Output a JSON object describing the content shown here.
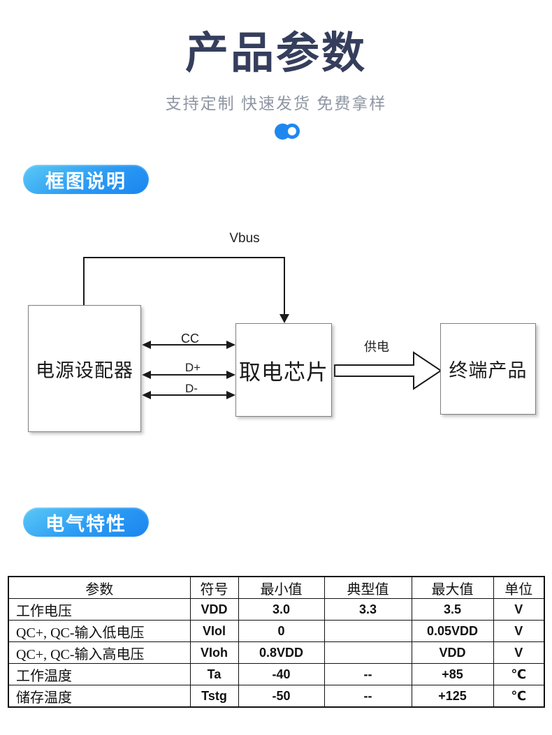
{
  "header": {
    "title": "产品参数",
    "subtitle": "支持定制 快速发货 免费拿样"
  },
  "colors": {
    "accent_blue": "#1E88F0",
    "title_navy": "#353E5C",
    "subtitle_gray": "#8F96A3",
    "badge_gradient_start": "#5BC9F5",
    "badge_gradient_end": "#1A85F0"
  },
  "sections": {
    "diagram_badge": "框图说明",
    "electrical_badge": "电气特性"
  },
  "diagram": {
    "nodes": {
      "adapter": "电源设配器",
      "chip": "取电芯片",
      "product": "终端产品"
    },
    "labels": {
      "vbus": "Vbus",
      "cc": "CC",
      "d_plus": "D+",
      "d_minus": "D-",
      "power_supply": "供电"
    }
  },
  "table": {
    "headers": [
      "参数",
      "符号",
      "最小值",
      "典型值",
      "最大值",
      "单位"
    ],
    "rows": [
      [
        "工作电压",
        "VDD",
        "3.0",
        "3.3",
        "3.5",
        "V"
      ],
      [
        "QC+, QC-输入低电压",
        "VIol",
        "0",
        "",
        "0.05VDD",
        "V"
      ],
      [
        "QC+, QC-输入高电压",
        "VIoh",
        "0.8VDD",
        "",
        "VDD",
        "V"
      ],
      [
        "工作温度",
        "Ta",
        "-40",
        "--",
        "+85",
        "℃"
      ],
      [
        "储存温度",
        "Tstg",
        "-50",
        "--",
        "+125",
        "℃"
      ]
    ]
  }
}
